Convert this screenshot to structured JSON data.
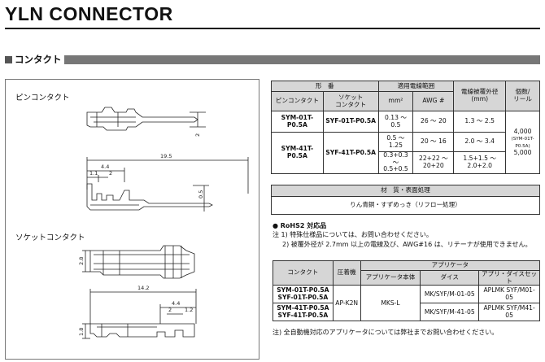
{
  "title": "YLN CONNECTOR",
  "section": "コンタクト",
  "drawing": {
    "pin_label": "ピンコンタクト",
    "socket_label": "ソケットコンタクト",
    "pin_dims": {
      "d_2": "2",
      "d_195": "19.5",
      "d_44": "4.4",
      "d_11": "1.1",
      "d_2b": "2",
      "d_05": "0.5"
    },
    "socket_dims": {
      "d_28": "2.8",
      "d_142": "14.2",
      "d_44": "4.4",
      "d_2": "2",
      "d_12": "1.2",
      "d_18": "1.8"
    }
  },
  "spec_table": {
    "h_model": "形　番",
    "h_wire_range": "適用電線範囲",
    "h_outer_dia": "電線被覆外径",
    "h_outer_dia_unit": "(mm)",
    "h_qty": "個数/",
    "h_qty_unit": "リール",
    "h_pin": "ピンコンタクト",
    "h_socket_1": "ソケット",
    "h_socket_2": "コンタクト",
    "h_mm2": "mm²",
    "h_awg": "AWG #",
    "r1_pin": "SYM-01T-P0.5A",
    "r1_socket": "SYF-01T-P0.5A",
    "r1_mm2": "0.13 ～ 0.5",
    "r1_awg": "26 ～ 20",
    "r1_dia": "1.3 ～ 2.5",
    "r2_pin": "SYM-41T-P0.5A",
    "r2_socket": "SYF-41T-P0.5A",
    "r2a_mm2": "0.5 ～ 1.25",
    "r2a_awg": "20 ～ 16",
    "r2a_dia": "2.0 ～ 3.4",
    "r2b_mm2_1": "0.3+0.3 ～",
    "r2b_mm2_2": "0.5+0.5",
    "r2b_awg_1": "22+22 ～",
    "r2b_awg_2": "20+20",
    "r2b_dia_1": "1.5+1.5 ～",
    "r2b_dia_2": "2.0+2.0",
    "qty_1": "4,000",
    "qty_note": "(SYM-01T-P0.5A)",
    "qty_2": "5,000"
  },
  "material": {
    "header": "材　質・表面処理",
    "value": "りん青銅・すずめっき（リフロー処理）"
  },
  "notes": {
    "rohs": "● RoHS2 対応品",
    "n1": "注 1) 特殊仕様品については、お問い合わせください。",
    "n2": "2) 被覆外径が 2.7mm 以上の電線及び、AWG#16 は、リテーナが使用できません。"
  },
  "applicator_table": {
    "h_contact": "コンタクト",
    "h_press": "圧着機",
    "h_applicator": "アプリケータ",
    "h_body": "アプリケータ本体",
    "h_dies": "ダイス",
    "h_set": "アプリ・ダイスセット",
    "c1": "SYM-01T-P0.5A",
    "c2": "SYF-01T-P0.5A",
    "c3": "SYM-41T-P0.5A",
    "c4": "SYF-41T-P0.5A",
    "press": "AP-K2N",
    "body": "MKS-L",
    "die1": "MK/SYF/M-01-05",
    "die2": "MK/SYF/M-41-05",
    "set1": "APLMK SYF/M01-05",
    "set2": "APLMK SYF/M41-05"
  },
  "footnote": "注) 全自動機対応のアプリケータについては弊社までお問い合わせください。"
}
